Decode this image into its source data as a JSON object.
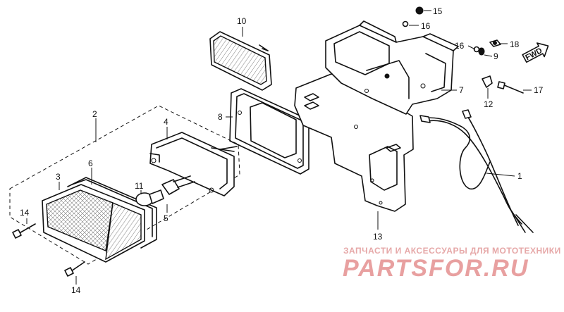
{
  "diagram": {
    "callouts": [
      {
        "id": "c1",
        "label": "1"
      },
      {
        "id": "c2",
        "label": "2"
      },
      {
        "id": "c3",
        "label": "3"
      },
      {
        "id": "c4",
        "label": "4"
      },
      {
        "id": "c5",
        "label": "5"
      },
      {
        "id": "c6",
        "label": "6"
      },
      {
        "id": "c7",
        "label": "7"
      },
      {
        "id": "c8",
        "label": "8"
      },
      {
        "id": "c9",
        "label": "9"
      },
      {
        "id": "c10",
        "label": "10"
      },
      {
        "id": "c11",
        "label": "11"
      },
      {
        "id": "c12",
        "label": "12"
      },
      {
        "id": "c13",
        "label": "13"
      },
      {
        "id": "c14a",
        "label": "14"
      },
      {
        "id": "c14b",
        "label": "14"
      },
      {
        "id": "c15",
        "label": "15"
      },
      {
        "id": "c16a",
        "label": "16"
      },
      {
        "id": "c16b",
        "label": "16"
      },
      {
        "id": "c17",
        "label": "17"
      },
      {
        "id": "c18",
        "label": "18"
      }
    ],
    "direction_label": "FWD"
  },
  "watermark": {
    "subtitle": "ЗАПЧАСТИ И АКСЕССУАРЫ ДЛЯ МОТОТЕХНИКИ",
    "brand": "PARTSFOR.RU",
    "color": "#e8a0a0"
  }
}
